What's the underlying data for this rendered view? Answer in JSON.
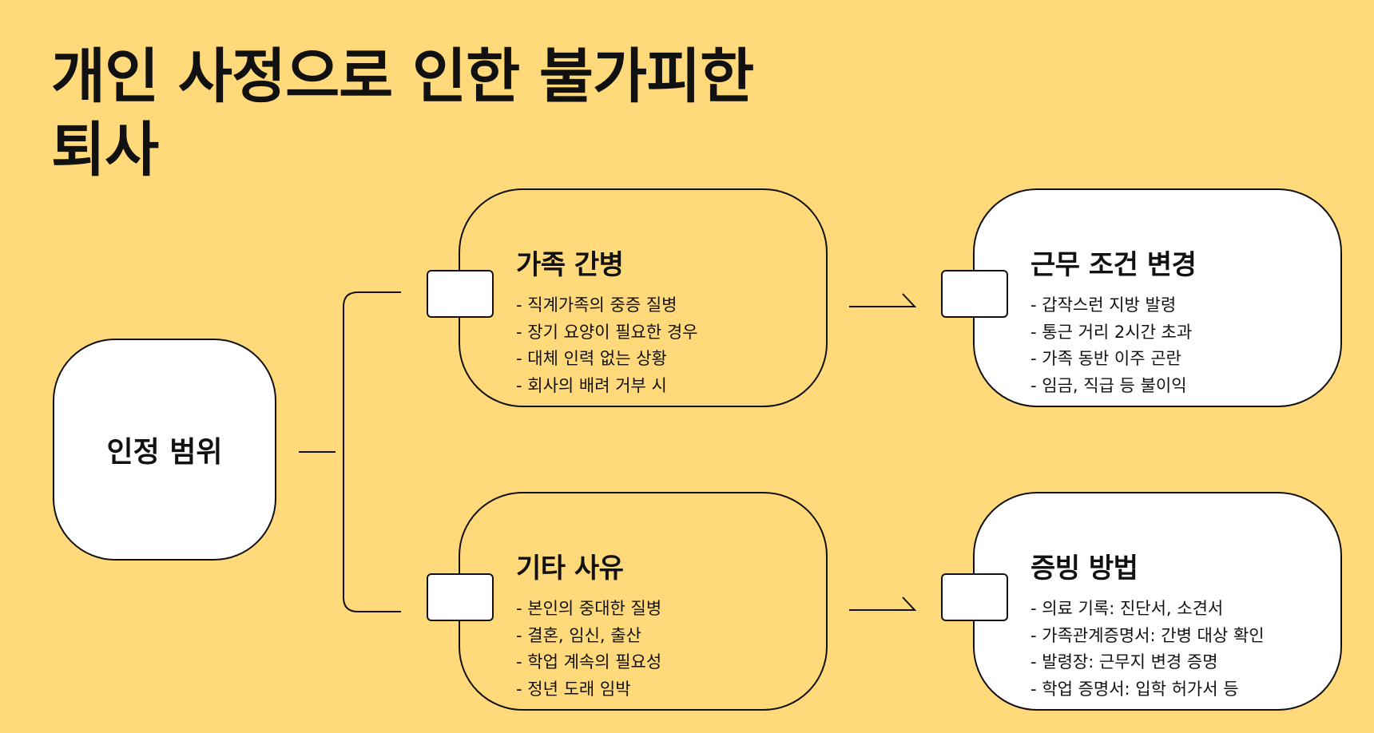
{
  "title": "개인 사정으로 인한 불가피한 퇴사",
  "root": {
    "label": "인정 범위"
  },
  "cards": [
    {
      "title": "가족 간병",
      "items": [
        "- 직계가족의 중증 질병",
        "- 장기 요양이 필요한 경우",
        "- 대체 인력 없는 상황",
        "- 회사의 배려 거부 시"
      ]
    },
    {
      "title": "근무 조건 변경",
      "items": [
        "- 갑작스런 지방 발령",
        "- 통근 거리 2시간 초과",
        "- 가족 동반 이주 곤란",
        "- 임금, 직급 등 불이익"
      ]
    },
    {
      "title": "기타 사유",
      "items": [
        "- 본인의 중대한 질병",
        "- 결혼, 임신, 출산",
        "- 학업 계속의 필요성",
        "- 정년 도래 임박"
      ]
    },
    {
      "title": "증빙 방법",
      "items": [
        "- 의료 기록: 진단서, 소견서",
        "- 가족관계증명서: 간병 대상 확인",
        "- 발령장: 근무지 변경 증명",
        "- 학업 증명서: 입학 허가서 등"
      ]
    }
  ],
  "colors": {
    "background": "#FFD97A",
    "card_white": "#FFFFFF",
    "stroke": "#111111"
  }
}
